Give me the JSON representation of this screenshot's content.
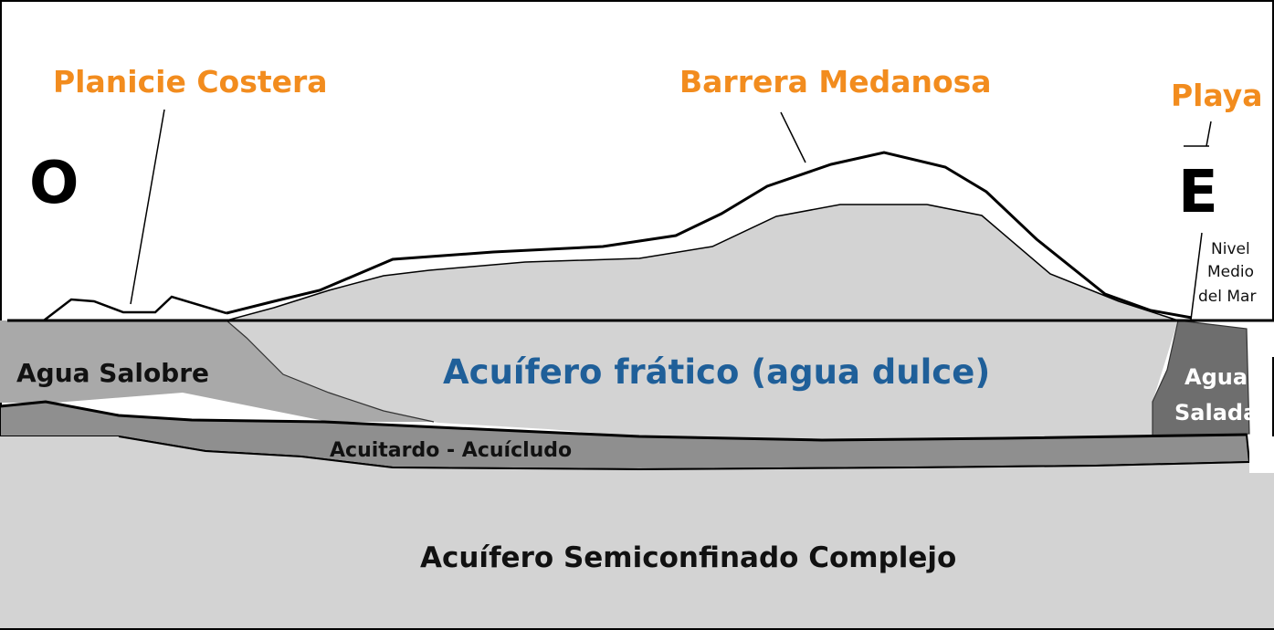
{
  "labels": {
    "planicie": "Planicie Costera",
    "barrera": "Barrera Medanosa",
    "playa": "Playa",
    "west": "O",
    "east": "E",
    "nivel_line1": "Nivel",
    "nivel_line2": "Medio",
    "nivel_line3": "del Mar",
    "agua_salobre": "Agua Salobre",
    "acuifero_fratico": "Acuífero frático (agua dulce)",
    "agua_salada_line1": "Agua",
    "agua_salada_line2": "Salada",
    "acuitardo": "Acuitardo - Acuícludo",
    "semiconfinado": "Acuífero Semiconfinado Complejo"
  },
  "colors": {
    "orange": "#f28c1e",
    "blue": "#1f5f99",
    "light_gray": "#d3d3d3",
    "mid_gray": "#a9a9a9",
    "dark_gray": "#8f8f8f",
    "salt_gray": "#6e6e6e"
  }
}
